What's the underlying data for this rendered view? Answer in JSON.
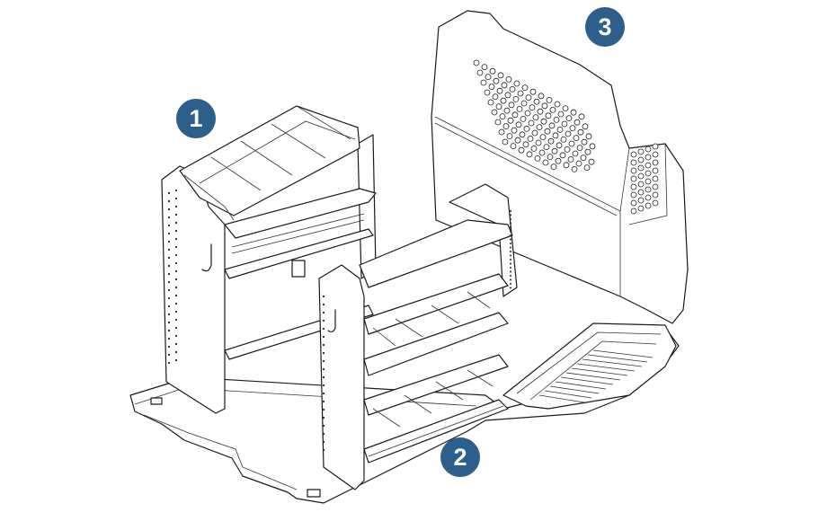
{
  "callouts": [
    {
      "number": "1"
    },
    {
      "number": "2"
    },
    {
      "number": "3"
    }
  ],
  "colors": {
    "callout_fill": "#2c5f8c",
    "callout_text": "#ffffff",
    "line_art": "#1a1a1a",
    "background": "#ffffff"
  }
}
